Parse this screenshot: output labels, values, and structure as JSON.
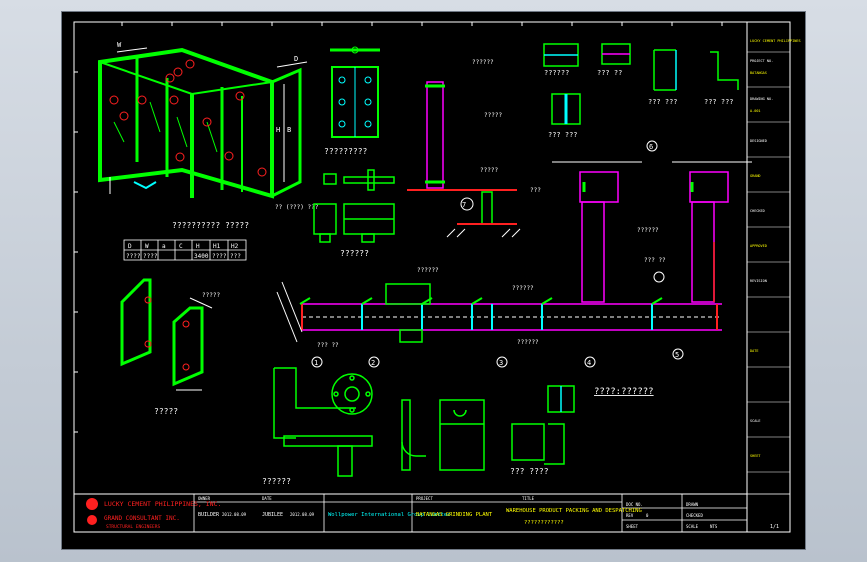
{
  "drawing": {
    "cabinet_title": "?????????? ?????",
    "hinge_title": "?????????",
    "latch_title": "??????",
    "detail_title": "?????",
    "plate_title": "??? ????",
    "gap_title": "????:??????",
    "cabinet_dims": {
      "w": "W",
      "h": "H",
      "b": "B",
      "d": "D"
    },
    "size_table": {
      "headers": [
        "D",
        "W",
        "a",
        "C",
        "H",
        "H1",
        "H2"
      ],
      "row": [
        "????",
        "????",
        "",
        "",
        "3400",
        "????",
        "???"
      ]
    },
    "profile_labels": [
      "??????",
      "??? ??",
      "??? ???",
      "??? ???",
      "??? ???"
    ],
    "callouts": [
      "??????",
      "?????",
      "???",
      "?????",
      "??????",
      "?????"
    ],
    "section_numbers": [
      "1",
      "2",
      "3",
      "4",
      "5",
      "6",
      "7"
    ],
    "small_note": "??\n(???)\n???",
    "beam_note_left": "??? ??",
    "beam_note_right": "??? ??",
    "pipe_note": "??????"
  },
  "title_block": {
    "company": "LUCKY CEMENT PHILIPPINES, INC.",
    "consultant": "GRAND CONSULTANT INC.",
    "consultant_sub": "STRUCTURAL ENGINEERS",
    "owner_col": "OWNER",
    "owner_label": "BUILDER",
    "owner_value": "Wollpower International Group Limited",
    "date_col": "DATE",
    "date_value": "2012.08.09",
    "project_col": "PROJECT",
    "project_value": "BATANGAS GRINDING PLANT",
    "title_col": "TITLE",
    "title_value": "WAREHOUSE PRODUCT PACKING AND DESPATCHING",
    "title_sub": "????????????",
    "doc_no": "DOC NO.",
    "sheet_label": "SHEET",
    "sheet_value": "1/1",
    "scale_label": "SCALE",
    "scale_value": "NTS",
    "rev_label": "REV",
    "rev_value": "0",
    "checked_label": "CHECKED",
    "drawn_label": "DRAWN",
    "jubilee": "JUBILEE"
  },
  "side_panel": {
    "cells": [
      "LUCKY CEMENT PHILIPPINES",
      "PROJECT NO.",
      "BATANGAS",
      "DRAWING NO.",
      "A-001",
      "DESIGNED",
      "GRAND",
      "CHECKED",
      "APPROVED",
      "REVISION",
      "DATE",
      "SCALE",
      "SHEET"
    ]
  },
  "colors": {
    "frame": "#ffffff",
    "green": "#00ff00",
    "magenta": "#ff00ff",
    "red": "#ff2020",
    "cyan": "#00ffff",
    "yellow": "#ffff00"
  }
}
